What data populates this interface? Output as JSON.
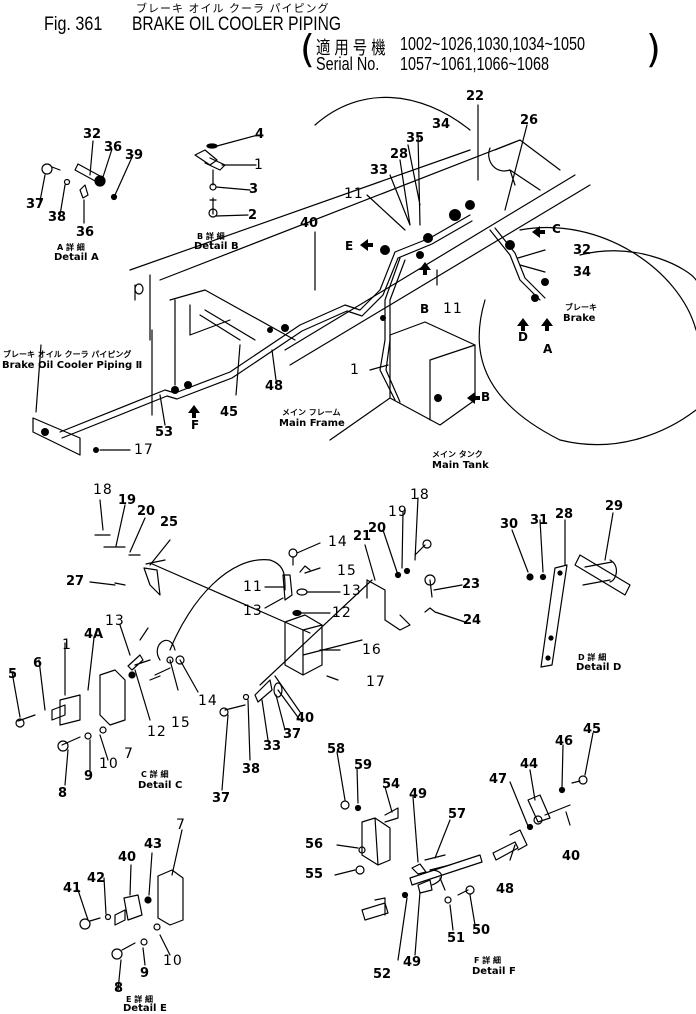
{
  "header": {
    "kana_title": "ブレーキ オイル クーラ パイピング",
    "fig_number": "Fig. 361",
    "title": "BRAKE OIL COOLER PIPING",
    "serial_jp_label": "適 用 号 機",
    "serial_jp_values": "1002~1026,1030,1034~1050",
    "serial_en_label": "Serial No.",
    "serial_en_values": "1057~1061,1066~1068"
  },
  "main_view": {
    "piping2_kana": "ブレーキ オイル クーラ パイピング",
    "piping2_label": "Brake Oil Cooler Piping Ⅱ",
    "main_frame_kana": "メイン フレーム",
    "main_frame_label": "Main Frame",
    "main_tank_kana": "メイン タンク",
    "main_tank_label": "Main Tank",
    "brake_kana": "ブレーキ",
    "brake_label": "Brake",
    "view_arrows": {
      "A": "A",
      "B1": "B",
      "B2": "B",
      "C": "C",
      "D": "D",
      "E": "E",
      "F": "F"
    },
    "callouts": {
      "p22": "22",
      "p26": "26",
      "p34a": "34",
      "p35": "35",
      "p28": "28",
      "p33": "33",
      "p11a": "11",
      "p11b": "11",
      "p40": "40",
      "p32": "32",
      "p34b": "34",
      "p1": "1",
      "p48": "48",
      "p45": "45",
      "p53": "53",
      "p17": "17"
    }
  },
  "details": {
    "A": {
      "kana": "A 詳 細",
      "label": "Detail  A",
      "callouts": [
        "32",
        "36",
        "39",
        "37",
        "38",
        "36"
      ]
    },
    "B": {
      "kana": "B 詳 細",
      "label": "Detail  B",
      "callouts": [
        "4",
        "1",
        "3",
        "2"
      ]
    },
    "C": {
      "kana": "C 詳 細",
      "label": "Detail  C",
      "callouts": [
        "18",
        "19",
        "20",
        "25",
        "27",
        "14",
        "15",
        "11",
        "13",
        "13",
        "12",
        "21",
        "20",
        "19",
        "18",
        "23",
        "24",
        "16",
        "17",
        "13",
        "4A",
        "1",
        "6",
        "5",
        "7",
        "12",
        "15",
        "14",
        "8",
        "9",
        "10",
        "37",
        "38",
        "33",
        "37",
        "40"
      ]
    },
    "D": {
      "kana": "D 詳 細",
      "label": "Detail  D",
      "callouts": [
        "30",
        "31",
        "28",
        "29"
      ]
    },
    "E": {
      "kana": "E 詳 細",
      "label": "Detail  E",
      "callouts": [
        "7",
        "43",
        "40",
        "42",
        "41",
        "8",
        "9",
        "10"
      ]
    },
    "F": {
      "kana": "F 詳 細",
      "label": "Detail  F",
      "callouts": [
        "58",
        "59",
        "54",
        "49",
        "57",
        "56",
        "55",
        "52",
        "49",
        "51",
        "50",
        "45",
        "46",
        "44",
        "47",
        "40",
        "48"
      ]
    }
  },
  "colors": {
    "ink": "#000000",
    "paper": "#ffffff"
  }
}
